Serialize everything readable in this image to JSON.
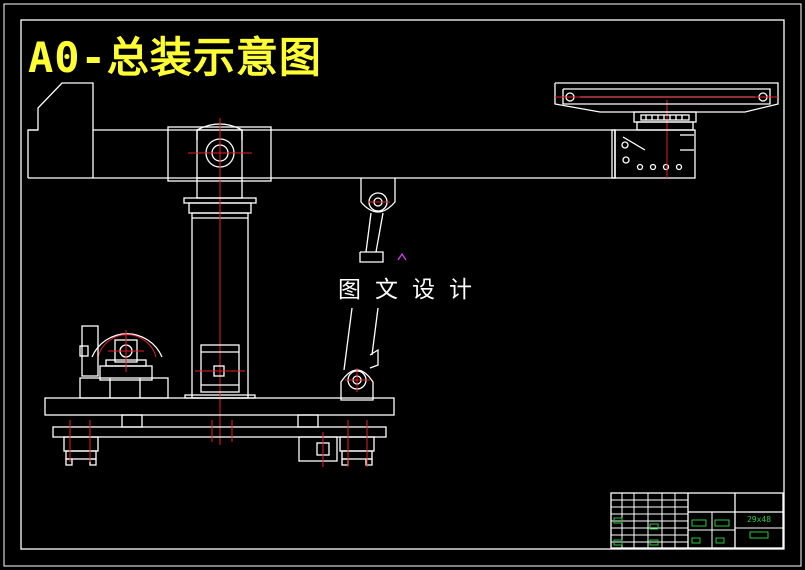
{
  "drawing": {
    "title": "A0-总装示意图",
    "watermark": "图文设计",
    "title_block_code": "29x48",
    "colors": {
      "background": "#000000",
      "outline": "#ffffff",
      "centerline": "#e0202a",
      "title_text": "#ffff33",
      "title_block": "#27c93f",
      "cursor": "#e040fb"
    },
    "cursor_icon": "crosshair-caret-icon"
  }
}
